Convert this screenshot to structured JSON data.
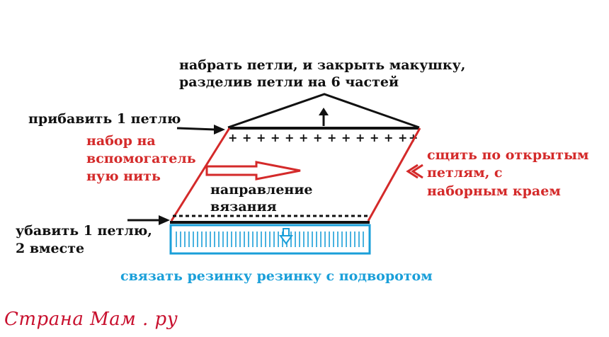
{
  "labels": {
    "top_instruction_1": "набрать петли, и закрыть макушку,",
    "top_instruction_2": "разделив петли на 6 частей",
    "increase": "прибавить 1 петлю",
    "cast_on_1": "набор на",
    "cast_on_2": "вспомогатель",
    "cast_on_3": "ную нить",
    "direction_1": "направление",
    "direction_2": "вязания",
    "sew_1": "сщить по открытым",
    "sew_2": "петлям, с",
    "sew_3": "наборным краем",
    "decrease_1": "убавить 1 петлю,",
    "decrease_2": "2 вместе",
    "rib": "связать резинку резинку с подворотом"
  },
  "watermark": "Страна Мам . ру",
  "colors": {
    "black": "#111111",
    "red": "#d42a2a",
    "blue": "#1a9fd9",
    "watermark": "#c8102e"
  }
}
